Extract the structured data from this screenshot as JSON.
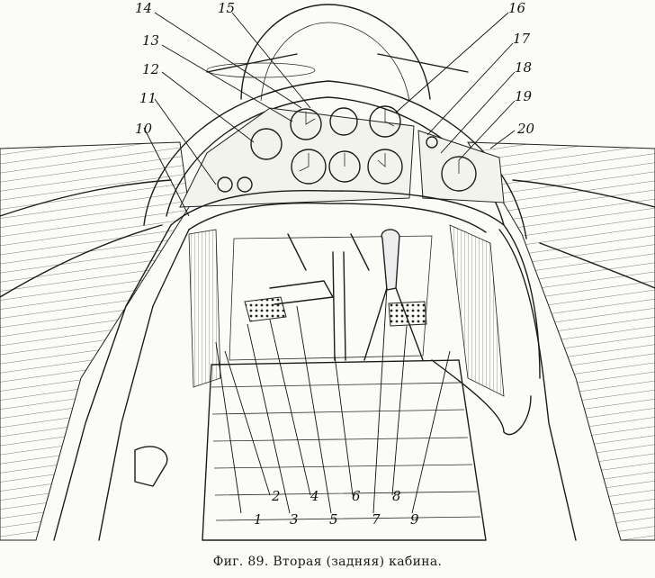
{
  "caption": "Фиг. 89. Вторая (задняя) кабина.",
  "callouts": [
    "1",
    "2",
    "3",
    "4",
    "5",
    "6",
    "7",
    "8",
    "9",
    "10",
    "11",
    "12",
    "13",
    "14",
    "15",
    "16",
    "17",
    "18",
    "19",
    "20"
  ]
}
